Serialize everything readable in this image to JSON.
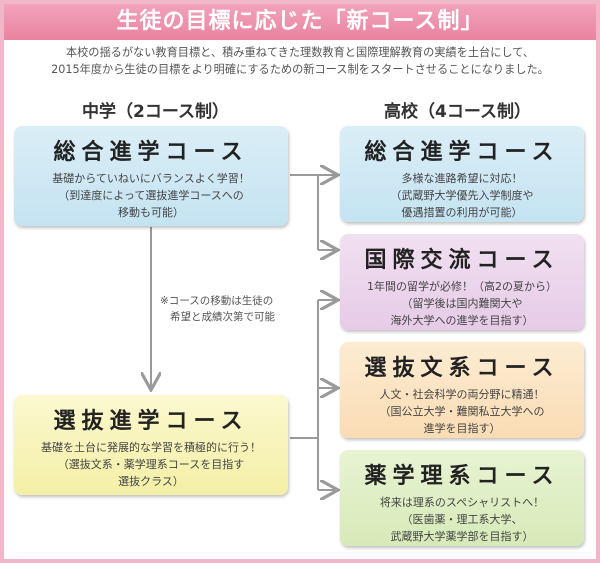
{
  "title": "生徒の目標に応じた「新コース制」",
  "intro": [
    "本校の揺るがない教育目標と、積み重ねてきた理数教育と国際理解教育の実績を土台にして、",
    "2015年度から生徒の目標をより明確にするための新コース制をスタートさせることになりました。"
  ],
  "junior": {
    "heading": "中学（2コース制）",
    "courses": [
      {
        "name": "総合進学コース",
        "desc": [
          "基礎からていねいにバランスよく学習！",
          "（到達度によって選抜進学コースへの",
          "移動も可能）"
        ]
      },
      {
        "name": "選抜進学コース",
        "desc": [
          "基礎を土台に発展的な学習を積極的に行う！",
          "（選抜文系・薬学理系コースを目指す",
          "選抜クラス）"
        ]
      }
    ],
    "note": [
      "※コースの移動は生徒の",
      "希望と成績次第で可能"
    ]
  },
  "senior": {
    "heading": "高校（4コース制）",
    "courses": [
      {
        "name": "総合進学コース",
        "desc": [
          "多様な進路希望に対応！",
          "（武蔵野大学優先入学制度や",
          "優遇措置の利用が可能）"
        ]
      },
      {
        "name": "国際交流コース",
        "desc": [
          "1年間の留学が必修！（高2の夏から）",
          "（留学後は国内難関大や",
          "海外大学への進学を目指す）"
        ]
      },
      {
        "name": "選抜文系コース",
        "desc": [
          "人文・社会科学の両分野に精通！",
          "（国公立大学・難関私立大学への",
          "進学を目指す）"
        ]
      },
      {
        "name": "薬学理系コース",
        "desc": [
          "将来は理系のスペシャリストへ！",
          "（医歯薬・理工系大学、",
          "武蔵野大学薬学部を目指す）"
        ]
      }
    ]
  },
  "colors": {
    "title_bar": "#e9839f",
    "frame": "#f2b6c9",
    "arrow": "#9a9a9a"
  }
}
